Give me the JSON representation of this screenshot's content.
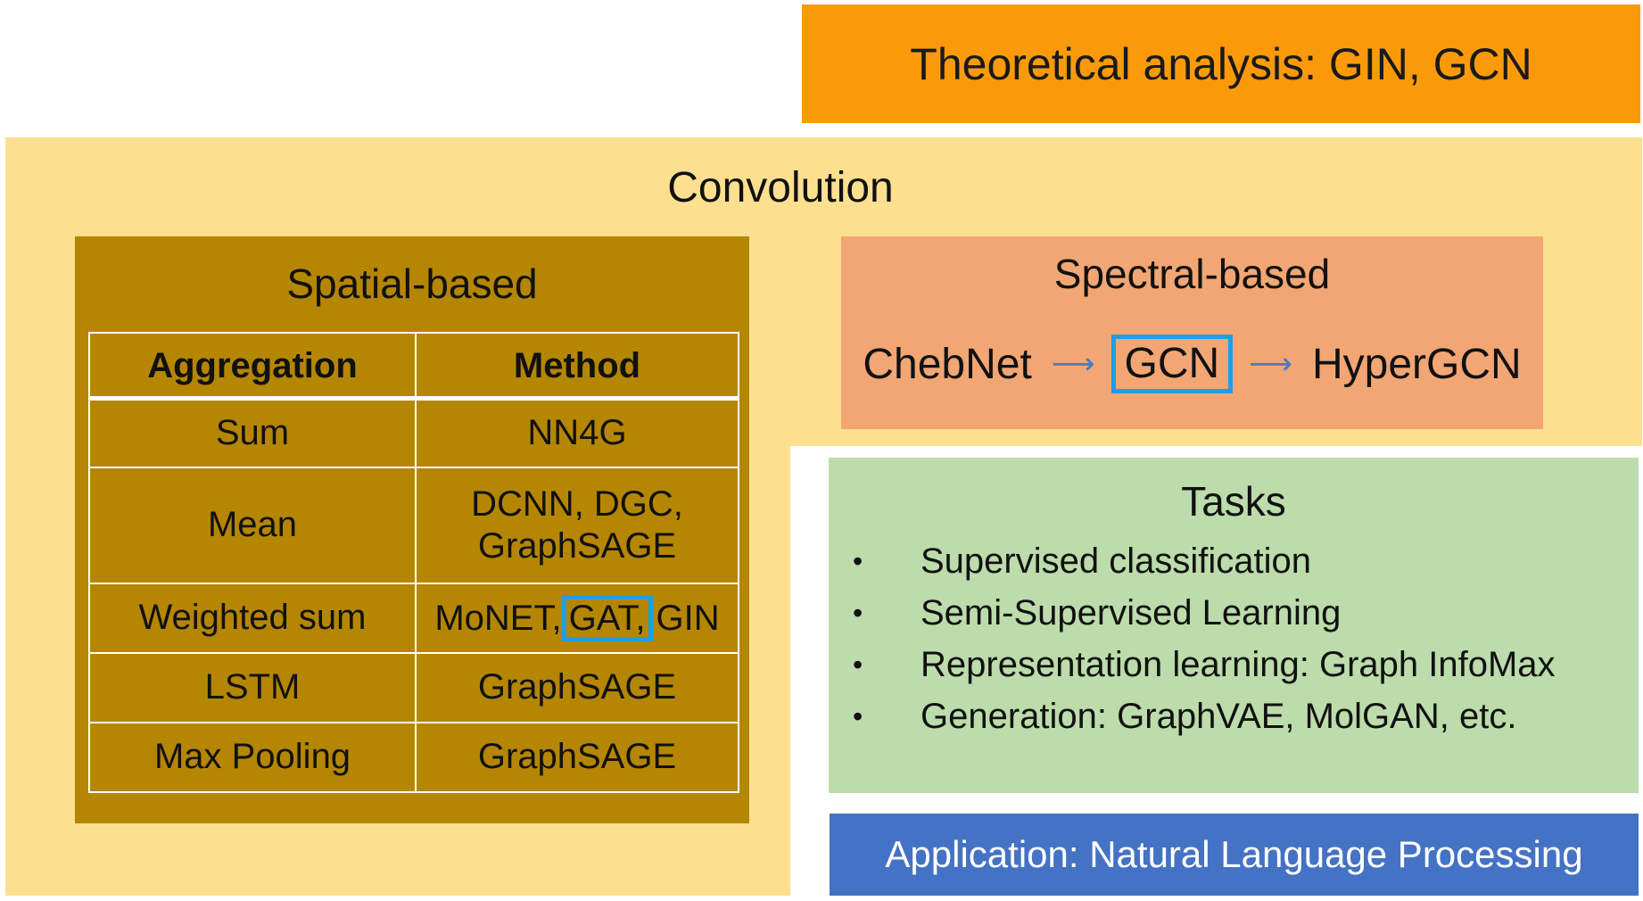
{
  "theory": {
    "label": "Theoretical analysis: GIN, GCN"
  },
  "convolution": {
    "title": "Convolution",
    "spatial": {
      "title": "Spatial-based",
      "columns": [
        "Aggregation",
        "Method"
      ],
      "rows": [
        {
          "aggregation": "Sum",
          "method": "NN4G"
        },
        {
          "aggregation": "Mean",
          "method": "DCNN, DGC, GraphSAGE"
        },
        {
          "aggregation": "Weighted sum",
          "method_pre": "MoNET,",
          "method_hl": "GAT,",
          "method_post": "GIN"
        },
        {
          "aggregation": "LSTM",
          "method": "GraphSAGE"
        },
        {
          "aggregation": "Max Pooling",
          "method": "GraphSAGE"
        }
      ],
      "highlight_color": "#1aa0e6"
    },
    "spectral": {
      "title": "Spectral-based",
      "chain": [
        "ChebNet",
        "GCN",
        "HyperGCN"
      ],
      "arrow_icon": "right-arrow-icon",
      "highlighted": "GCN"
    }
  },
  "tasks": {
    "title": "Tasks",
    "items": [
      "Supervised classification",
      "Semi-Supervised Learning",
      "Representation learning: Graph InfoMax",
      "Generation: GraphVAE, MolGAN, etc."
    ]
  },
  "application": {
    "label": "Application: Natural Language Processing"
  },
  "colors": {
    "theory": "#fb9a09",
    "convolution": "#fce08f",
    "spatial": "#b58602",
    "spectral": "#f2a673",
    "tasks": "#bcdcab",
    "application": "#4472c4"
  }
}
